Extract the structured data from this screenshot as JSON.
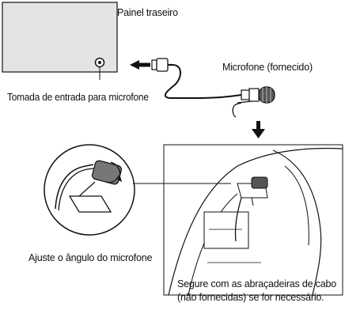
{
  "labels": {
    "rear_panel": "Painel traseiro",
    "mic_jack": "Tomada de entrada para microfone",
    "microphone": "Microfone (fornecido)",
    "adjust_angle": "Ajuste o ângulo do microfone",
    "secure_line1": "Segure com as abraçadeiras de cabo",
    "secure_line2": "(não fornecidas) se for necessário."
  },
  "colors": {
    "panel_fill": "#e4e4e4",
    "line": "#111111"
  }
}
